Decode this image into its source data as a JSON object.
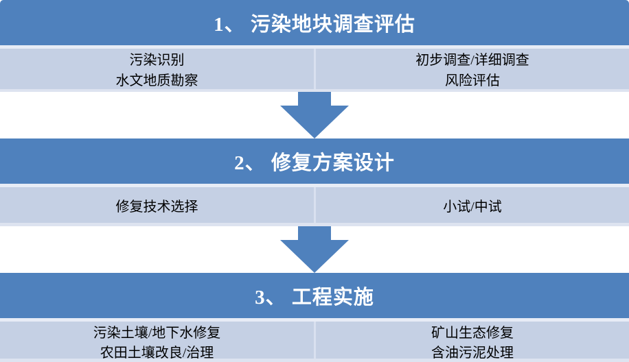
{
  "diagram": {
    "type": "process-flowchart",
    "stages": [
      {
        "title": "1、 污染地块调查评估",
        "left_items": [
          "污染识别",
          "水文地质勘察"
        ],
        "right_items": [
          "初步调查/详细调查",
          "风险评估"
        ]
      },
      {
        "title": "2、 修复方案设计",
        "left_items": [
          "修复技术选择"
        ],
        "right_items": [
          "小试/中试"
        ]
      },
      {
        "title": "3、 工程实施",
        "left_items": [
          "污染土壤/地下水修复",
          "农田土壤改良/治理"
        ],
        "right_items": [
          "矿山生态修复",
          "含油污泥处理"
        ]
      }
    ],
    "arrows": [
      {
        "icon": "down-arrow"
      },
      {
        "icon": "down-arrow"
      }
    ],
    "colors": {
      "header_blue": "#4F81BD",
      "body_light_blue": "#C5D0E4",
      "separator_light": "#E7ECF6",
      "column_divider": "#D9E0EF",
      "arrow_blue": "#4F81BD",
      "header_text": "#FFFFFF",
      "body_text": "#000000",
      "background": "#FFFFFF"
    }
  }
}
